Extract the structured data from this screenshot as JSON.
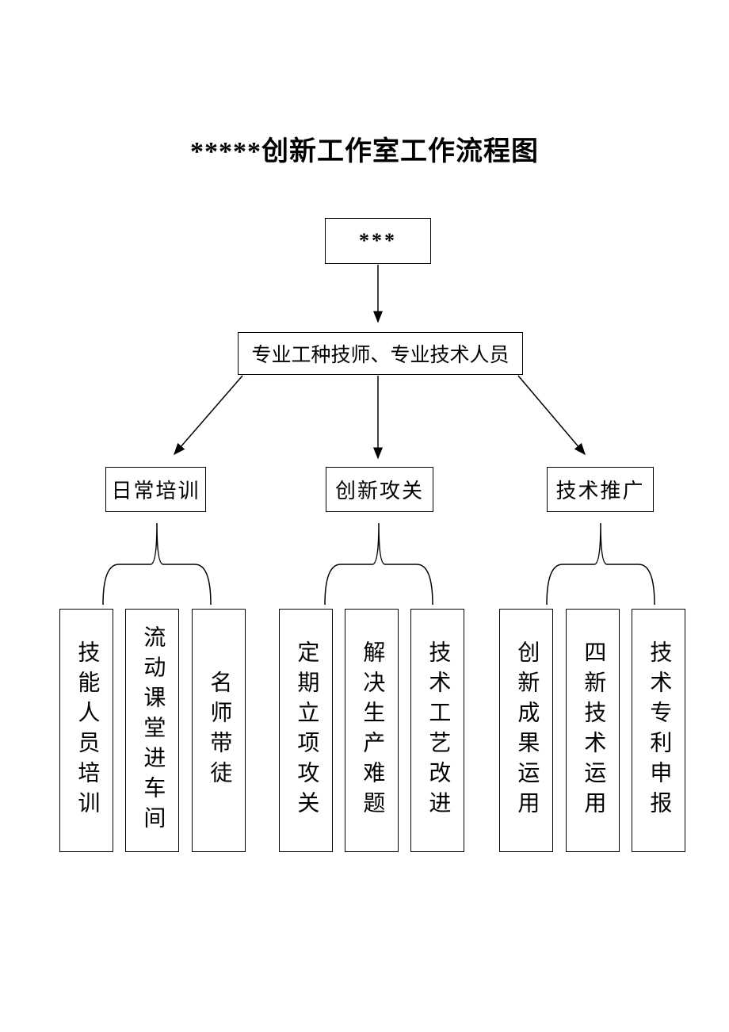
{
  "page": {
    "title": "*****创新工作室工作流程图"
  },
  "flowchart": {
    "root_label": "***",
    "staff_label": "专业工种技师、专业技术人员",
    "branches": [
      {
        "label": "日常培训",
        "items": [
          "技能人员培训",
          "流动课堂进车间",
          "名师带徒"
        ]
      },
      {
        "label": "创新攻关",
        "items": [
          "定期立项攻关",
          "解决生产难题",
          "技术工艺改进"
        ]
      },
      {
        "label": "技术推广",
        "items": [
          "创新成果运用",
          "四新技术运用",
          "技术专利申报"
        ]
      }
    ]
  },
  "colors": {
    "line": "#000000",
    "background": "#ffffff",
    "text": "#000000"
  }
}
